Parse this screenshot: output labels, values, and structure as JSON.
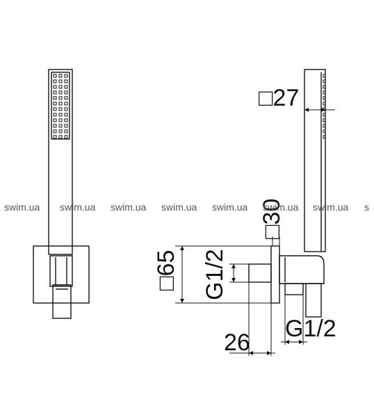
{
  "watermark": {
    "text": "swim.ua",
    "repeat_labels": [
      "swim.ua",
      "swim.ua",
      "swim.ua",
      "swim.ua",
      "swim.ua",
      "swim.ua",
      "swim.ua",
      "s"
    ]
  },
  "dimensions": {
    "handle_square": "□27",
    "holder_square": "□30",
    "plate_square": "□65",
    "outlet_thread": "G1/2",
    "inlet_thread": "G1/2",
    "depth": "26"
  },
  "colors": {
    "line": "#111111",
    "watermark": "#555555",
    "background": "#ffffff"
  }
}
